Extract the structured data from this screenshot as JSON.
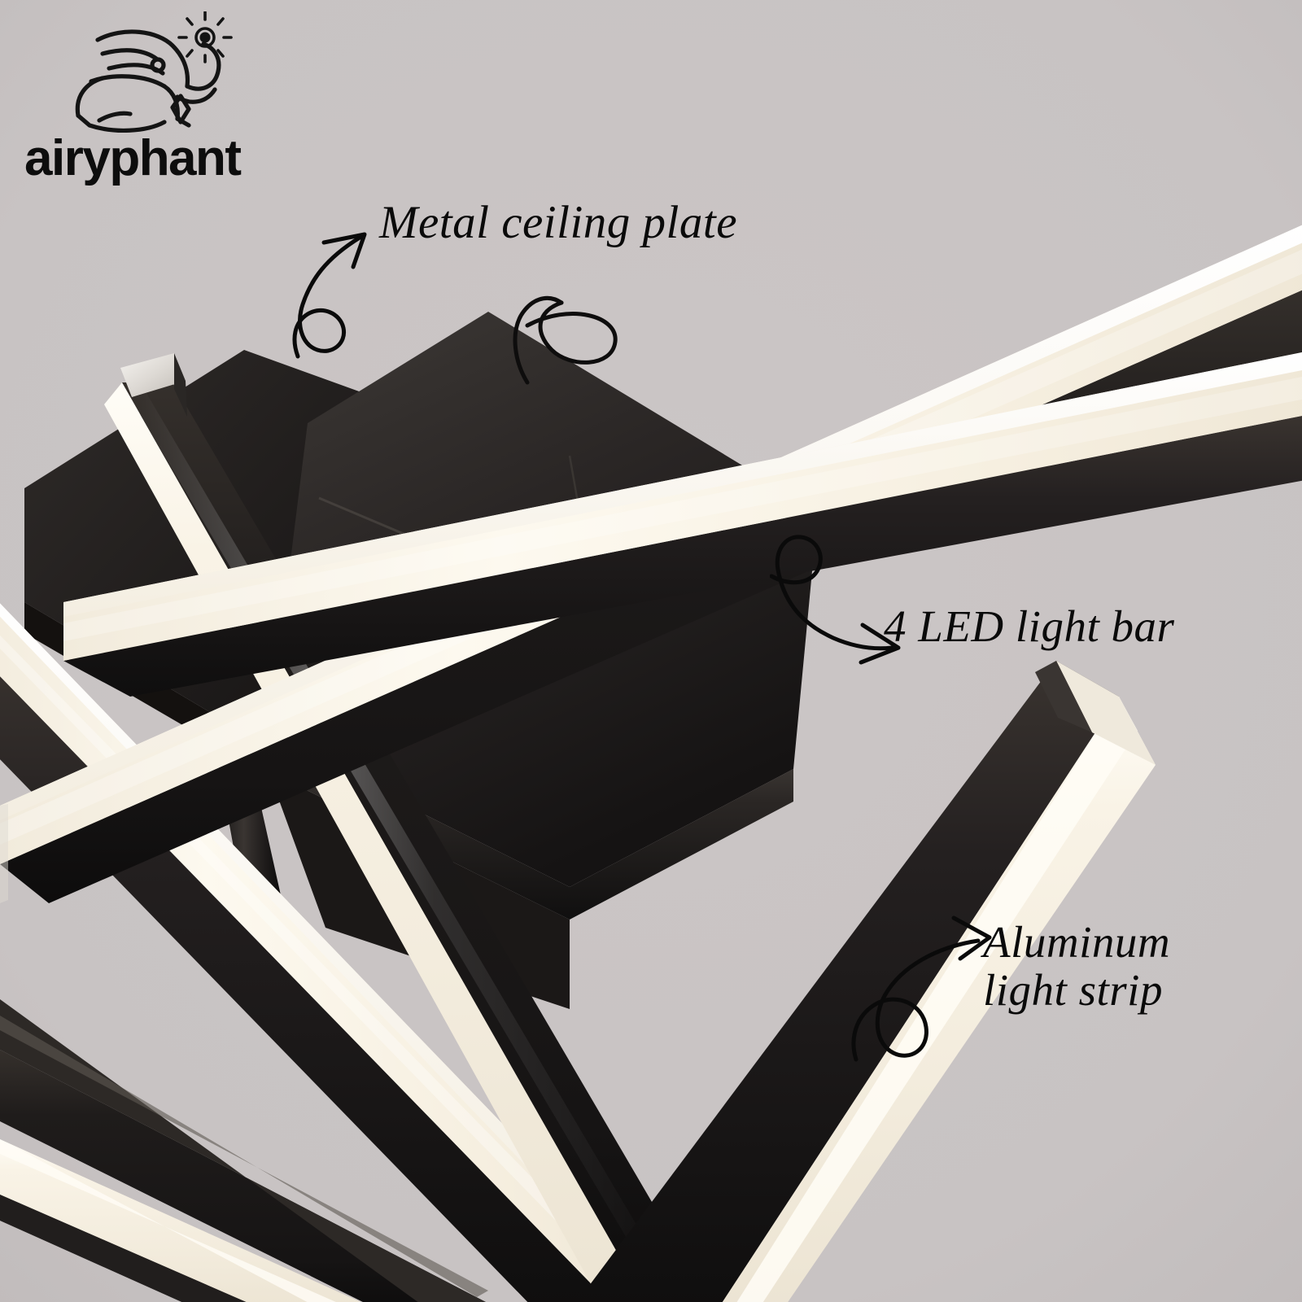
{
  "brand": {
    "name": "airyphant",
    "logo_icon": "elephant-with-light-logo-icon",
    "logo_colors": {
      "ink": "#0d0d0d"
    }
  },
  "scene": {
    "background_color": "#c8c3c3",
    "product": "LED ceiling light fixture with crossing linear light bars",
    "materials": {
      "metal_black": "#23201f",
      "metal_black_light": "#39342f",
      "diffuser_cream": "#f7f1e4",
      "diffuser_bright": "#fffdf6",
      "chrome_cap": "#e9e6e1"
    }
  },
  "callouts": [
    {
      "id": "metal-ceiling-plate",
      "text": "Metal ceiling plate",
      "arrow_icon": "curly-arrow-up-right-icon",
      "points_to": "black square mounting plate"
    },
    {
      "id": "led-light-bar",
      "text": "4 LED light bar",
      "arrow_icon": "curly-arrow-right-icon",
      "points_to": "illuminated linear bar"
    },
    {
      "id": "aluminum-light-strip",
      "text_line1": "Aluminum",
      "text_line2": "light strip",
      "arrow_icon": "curly-arrow-up-right-icon",
      "points_to": "aluminum channel of light strip"
    }
  ]
}
